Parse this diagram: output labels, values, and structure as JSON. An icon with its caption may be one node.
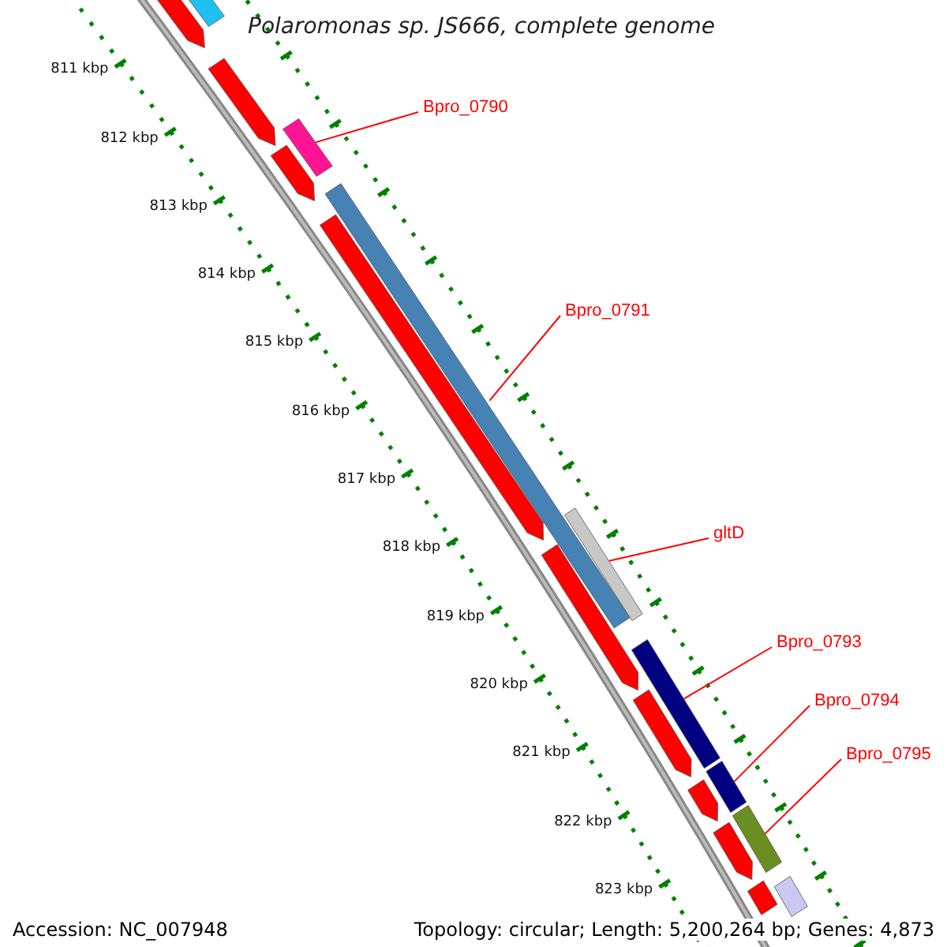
{
  "diagram": {
    "title": "Polaromonas sp. JS666, complete genome",
    "nodes": [
      {
        "text": [
          "Bpro_0790"
        ]
      },
      {
        "text": [],
        "shape": "bar"
      },
      {
        "text": [
          "Bpro_0791"
        ]
      },
      {
        "text": [],
        "shape": "bar"
      },
      {
        "text": [
          "gltD"
        ]
      },
      {
        "text": [],
        "shape": "bar"
      },
      {
        "text": [
          "Bpro_0793"
        ]
      },
      {
        "text": [],
        "shape": "bar"
      },
      {
        "text": [
          "Bpro_0794"
        ]
      },
      {
        "text": [],
        "shape": "bar"
      },
      {
        "text": [
          "Bpro_0795"
        ]
      },
      {
        "text": [],
        "shape": "bar"
      },
      {
        "text": [],
        "shape": "arrow"
      },
      {
        "text": [],
        "shape": "bar"
      },
      {
        "text": [],
        "shape": "arrow"
      },
      {
        "text": [],
        "shape": "arrow"
      },
      {
        "text": [],
        "shape": "arrow"
      },
      {
        "text": [],
        "shape": "arrow"
      },
      {
        "text": [],
        "shape": "arrow"
      },
      {
        "text": [],
        "shape": "arrow"
      },
      {
        "text": [],
        "shape": "arrow"
      },
      {
        "text": [],
        "shape": "bar"
      },
      {
        "text": [],
        "shape": "bar"
      }
    ],
    "edges": [
      {
        "from": 0,
        "to": 1,
        "arrow": "none"
      },
      {
        "from": 2,
        "to": 3,
        "arrow": "none"
      },
      {
        "from": 4,
        "to": 5,
        "arrow": "none"
      },
      {
        "from": 6,
        "to": 7,
        "arrow": "none"
      },
      {
        "from": 8,
        "to": 9,
        "arrow": "none"
      },
      {
        "from": 10,
        "to": 11,
        "arrow": "none"
      }
    ],
    "labels": [
      "811 kbp",
      "812 kbp",
      "813 kbp",
      "814 kbp",
      "815 kbp",
      "816 kbp",
      "817 kbp",
      "818 kbp",
      "819 kbp",
      "820 kbp",
      "821 kbp",
      "822 kbp",
      "823 kbp",
      "Accession: NC_007948",
      "Topology: circular; Length: 5,200,264 bp; Genes: 4,873"
    ]
  }
}
